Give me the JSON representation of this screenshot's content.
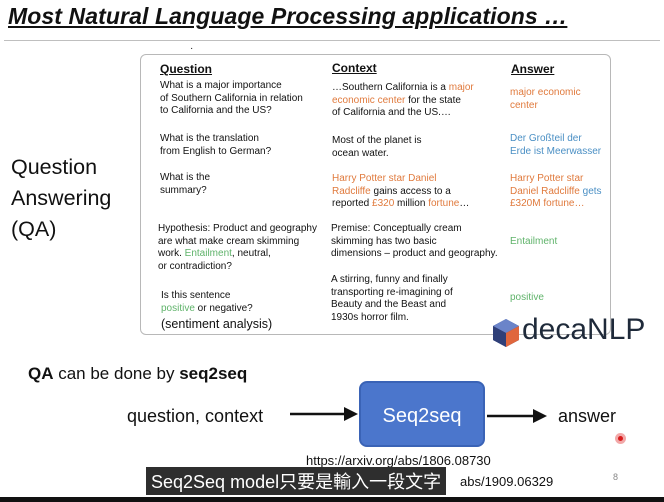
{
  "slide": {
    "title": "Most Natural Language Processing applications …",
    "qa_label": [
      "Question",
      "Answering",
      "(QA)"
    ],
    "table": {
      "headers": {
        "question": "Question",
        "context": "Context",
        "answer": "Answer"
      },
      "rows": [
        {
          "question": [
            "What is a major importance",
            "of Southern California in relation",
            "to California and the US?"
          ],
          "context": [
            [
              {
                "t": "…Southern California is a "
              },
              {
                "t": "major",
                "c": "or"
              }
            ],
            [
              {
                "t": "economic center",
                "c": "or"
              },
              {
                "t": " for the state"
              }
            ],
            [
              {
                "t": "of California and the US.…"
              }
            ]
          ],
          "answer": [
            [
              {
                "t": "major economic",
                "c": "or"
              }
            ],
            [
              {
                "t": "center",
                "c": "or"
              }
            ]
          ]
        },
        {
          "question": [
            "What is the translation",
            "from English to German?"
          ],
          "context": [
            [
              {
                "t": "Most of the planet is"
              }
            ],
            [
              {
                "t": "ocean water."
              }
            ]
          ],
          "answer": [
            [
              {
                "t": "Der Großteil der",
                "c": "bl"
              }
            ],
            [
              {
                "t": "Erde ist Meerwasser",
                "c": "bl"
              }
            ]
          ]
        },
        {
          "question": [
            "What is the",
            "summary?"
          ],
          "context": [
            [
              {
                "t": "Harry Potter star Daniel",
                "c": "or"
              }
            ],
            [
              {
                "t": "Radcliffe",
                "c": "or"
              },
              {
                "t": " gains access to a"
              }
            ],
            [
              {
                "t": "reported "
              },
              {
                "t": "£320",
                "c": "or"
              },
              {
                "t": " million "
              },
              {
                "t": "fortune",
                "c": "or"
              },
              {
                "t": "…"
              }
            ]
          ],
          "answer": [
            [
              {
                "t": "Harry Potter star",
                "c": "or"
              }
            ],
            [
              {
                "t": "Daniel Radcliffe",
                "c": "or"
              },
              {
                "t": " gets",
                "c": "bl"
              }
            ],
            [
              {
                "t": "£320M fortune…",
                "c": "or"
              }
            ]
          ]
        },
        {
          "question": [
            [
              {
                "t": "Hypothesis: Product and geography"
              }
            ],
            [
              {
                "t": "are what make cream  skimming"
              }
            ],
            [
              {
                "t": "work. "
              },
              {
                "t": "Entailment",
                "c": "gr"
              },
              {
                "t": ", neutral,"
              }
            ],
            [
              {
                "t": "or contradiction?"
              }
            ]
          ],
          "context": [
            [
              {
                "t": "Premise: Conceptually cream"
              }
            ],
            [
              {
                "t": "skimming has two basic"
              }
            ],
            [
              {
                "t": "dimensions – product and geography."
              }
            ]
          ],
          "answer": [
            [
              {
                "t": "Entailment",
                "c": "gr"
              }
            ]
          ]
        },
        {
          "question": [
            [
              {
                "t": "Is this sentence"
              }
            ],
            [
              {
                "t": "positive",
                "c": "gr"
              },
              {
                "t": " or negative?"
              }
            ]
          ],
          "context": [
            [
              {
                "t": "A stirring, funny and finally"
              }
            ],
            [
              {
                "t": "transporting re-imagining of"
              }
            ],
            [
              {
                "t": "Beauty and the Beast and"
              }
            ],
            [
              {
                "t": "1930s horror film."
              }
            ]
          ],
          "answer": [
            [
              {
                "t": "positive",
                "c": "gr"
              }
            ]
          ]
        }
      ],
      "sentiment_note": "(sentiment analysis)"
    },
    "logo_text": "decaNLP",
    "qa_statement": {
      "lead": "QA",
      "middle": " can be done by ",
      "tail": "seq2seq"
    },
    "flow": {
      "input": "question, context",
      "model": "Seq2seq",
      "output": "answer"
    },
    "url_1": "https://arxiv.org/abs/1806.08730",
    "url_2": "abs/1909.06329",
    "caption": "Seq2Seq model只要是輸入一段文字",
    "page_number": "8",
    "colors": {
      "orange": "#e07a3d",
      "blue": "#4a8fc4",
      "green": "#5fb36a",
      "box": "#4b76cc"
    }
  }
}
